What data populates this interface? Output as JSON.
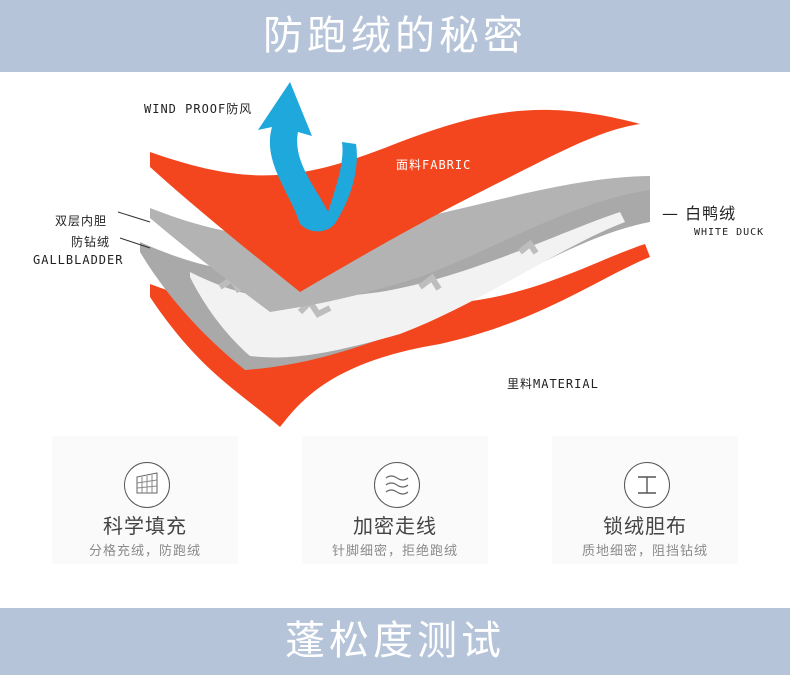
{
  "header": {
    "title": "防跑绒的秘密"
  },
  "diagram": {
    "wind_label": "WIND PROOF防风",
    "fabric_label": "面料FABRIC",
    "duck_label_cn": "— 白鸭绒",
    "duck_label_en": "WHITE DUCK",
    "gall_cn_1": "双层内胆",
    "gall_cn_2": "防钻绒",
    "gall_en": "GALLBLADDER",
    "lining_label": "里料MATERIAL",
    "colors": {
      "red": "#f3461e",
      "gray": "#a9a9a9",
      "arrow": "#1ea8dc"
    }
  },
  "features": [
    {
      "icon": "grid-fill-icon",
      "title": "科学填充",
      "subtitle": "分格充绒，防跑绒"
    },
    {
      "icon": "wave-lines-icon",
      "title": "加密走线",
      "subtitle": "针脚细密，拒绝跑绒"
    },
    {
      "icon": "i-beam-icon",
      "title": "锁绒胆布",
      "subtitle": "质地细密，阻挡钻绒"
    }
  ],
  "footer": {
    "title": "蓬松度测试"
  }
}
